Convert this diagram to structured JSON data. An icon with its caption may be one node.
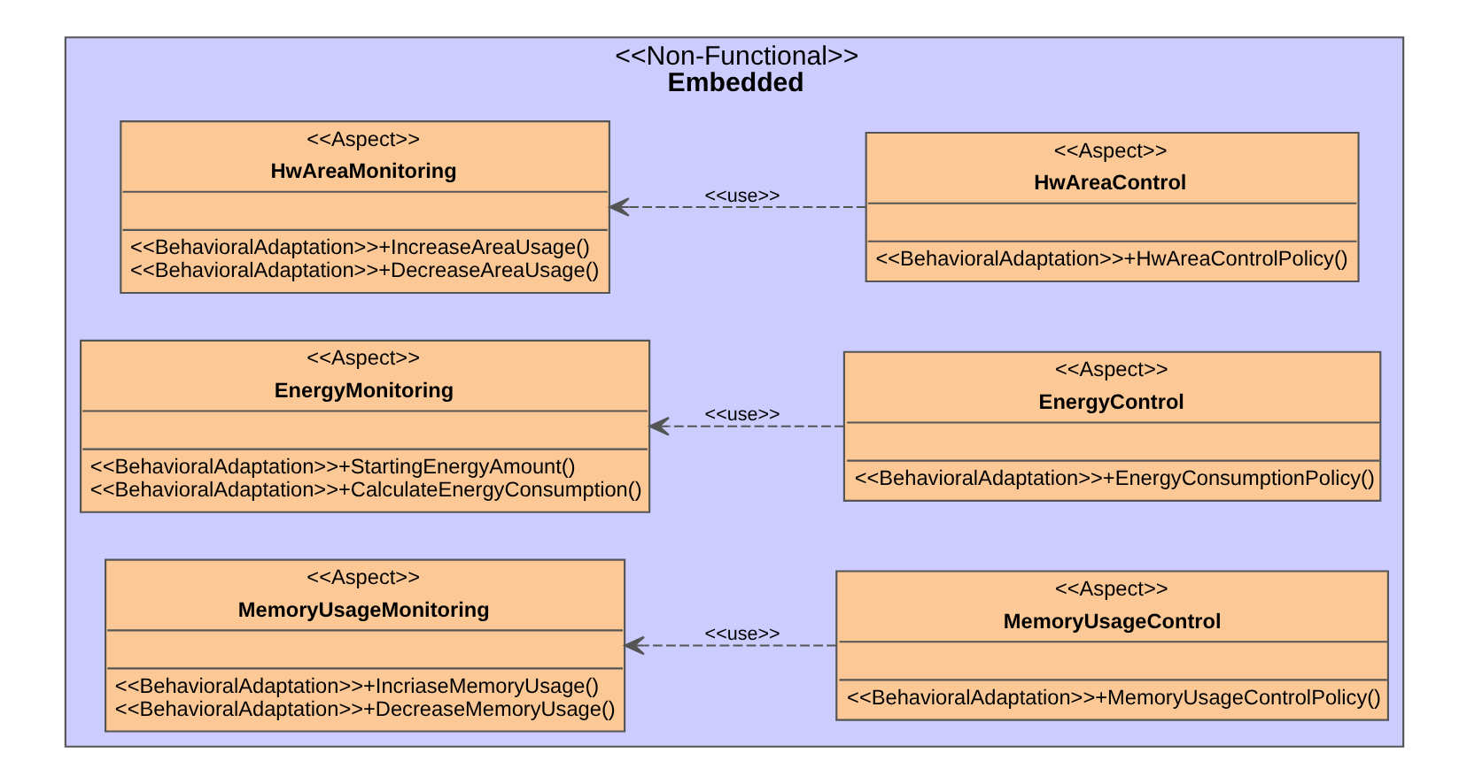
{
  "diagram": {
    "nodes": [
      {
        "text": [
          "<<Non-Functional>>",
          "Embedded"
        ]
      },
      {
        "text": [
          "<<Aspect>>",
          "HwAreaMonitoring",
          "<<BehavioralAdaptation>>+IncreaseAreaUsage()",
          "<<BehavioralAdaptation>>+DecreaseAreaUsage()"
        ],
        "in": 0
      },
      {
        "text": [
          "<<Aspect>>",
          "HwAreaControl",
          "<<BehavioralAdaptation>>+HwAreaControlPolicy()"
        ],
        "in": 0
      },
      {
        "text": [
          "<<Aspect>>",
          "EnergyMonitoring",
          "<<BehavioralAdaptation>>+StartingEnergyAmount()",
          "<<BehavioralAdaptation>>+CalculateEnergyConsumption()"
        ],
        "in": 0
      },
      {
        "text": [
          "<<Aspect>>",
          "EnergyControl",
          "<<BehavioralAdaptation>>+EnergyConsumptionPolicy()"
        ],
        "in": 0
      },
      {
        "text": [
          "<<Aspect>>",
          "MemoryUsageMonitoring",
          "<<BehavioralAdaptation>>+IncriaseMemoryUsage()",
          "<<BehavioralAdaptation>>+DecreaseMemoryUsage()"
        ],
        "in": 0
      },
      {
        "text": [
          "<<Aspect>>",
          "MemoryUsageControl",
          "<<BehavioralAdaptation>>+MemoryUsageControlPolicy()"
        ],
        "in": 0
      }
    ],
    "edges": [
      {
        "from": 2,
        "to": 1,
        "arrow": "to",
        "label": "<<use>>",
        "style": "dashed"
      },
      {
        "from": 4,
        "to": 3,
        "arrow": "to",
        "label": "<<use>>",
        "style": "dashed"
      },
      {
        "from": 6,
        "to": 5,
        "arrow": "to",
        "label": "<<use>>",
        "style": "dashed"
      }
    ]
  }
}
